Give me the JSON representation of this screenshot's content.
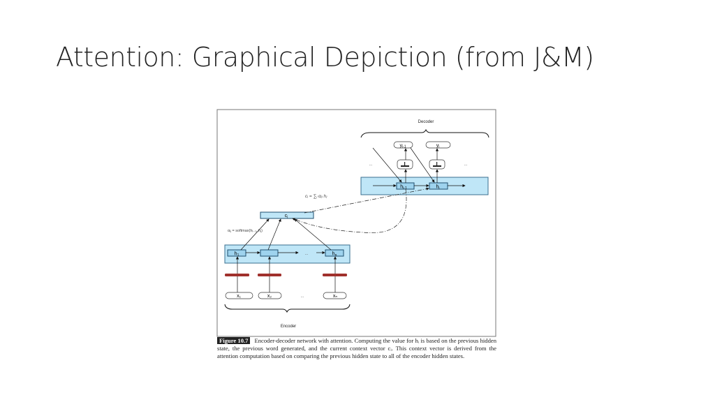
{
  "slide": {
    "title": "Attention: Graphical Depiction (from J&M)"
  },
  "figure": {
    "decoder_label": "Decoder",
    "encoder_label": "Encoder",
    "y_prev": "y",
    "y_prev_sub": "i-1",
    "y_cur": "y",
    "y_cur_sub": "i",
    "h_prev": "h",
    "h_prev_sub": "i-1",
    "h_cur": "h",
    "h_cur_sub": "i",
    "context": "c",
    "context_sub": "i",
    "context_eq": "cᵢ = ∑ⱼ αᵢⱼ hⱼ",
    "alpha_eq": "αᵢⱼ = softmax(hᵢ₋₁, hⱼ)",
    "enc_h1": "h",
    "enc_h1_sub": "1",
    "enc_hn": "h",
    "enc_hn_sub": "n",
    "x1": "x₁",
    "x2": "x₂",
    "xn": "xₙ",
    "ellipsis": "...",
    "accent_fill": "#bfe6f7",
    "embedding_color": "#a0302c"
  },
  "caption": {
    "label": "Figure 10.7",
    "text": "Encoder-decoder network with attention. Computing the value for hᵢ is based on the previous hidden state, the previous word generated, and the current context vector cᵢ. This context vector is derived from the attention computation based on comparing the previous hidden state to all of the encoder hidden states."
  }
}
